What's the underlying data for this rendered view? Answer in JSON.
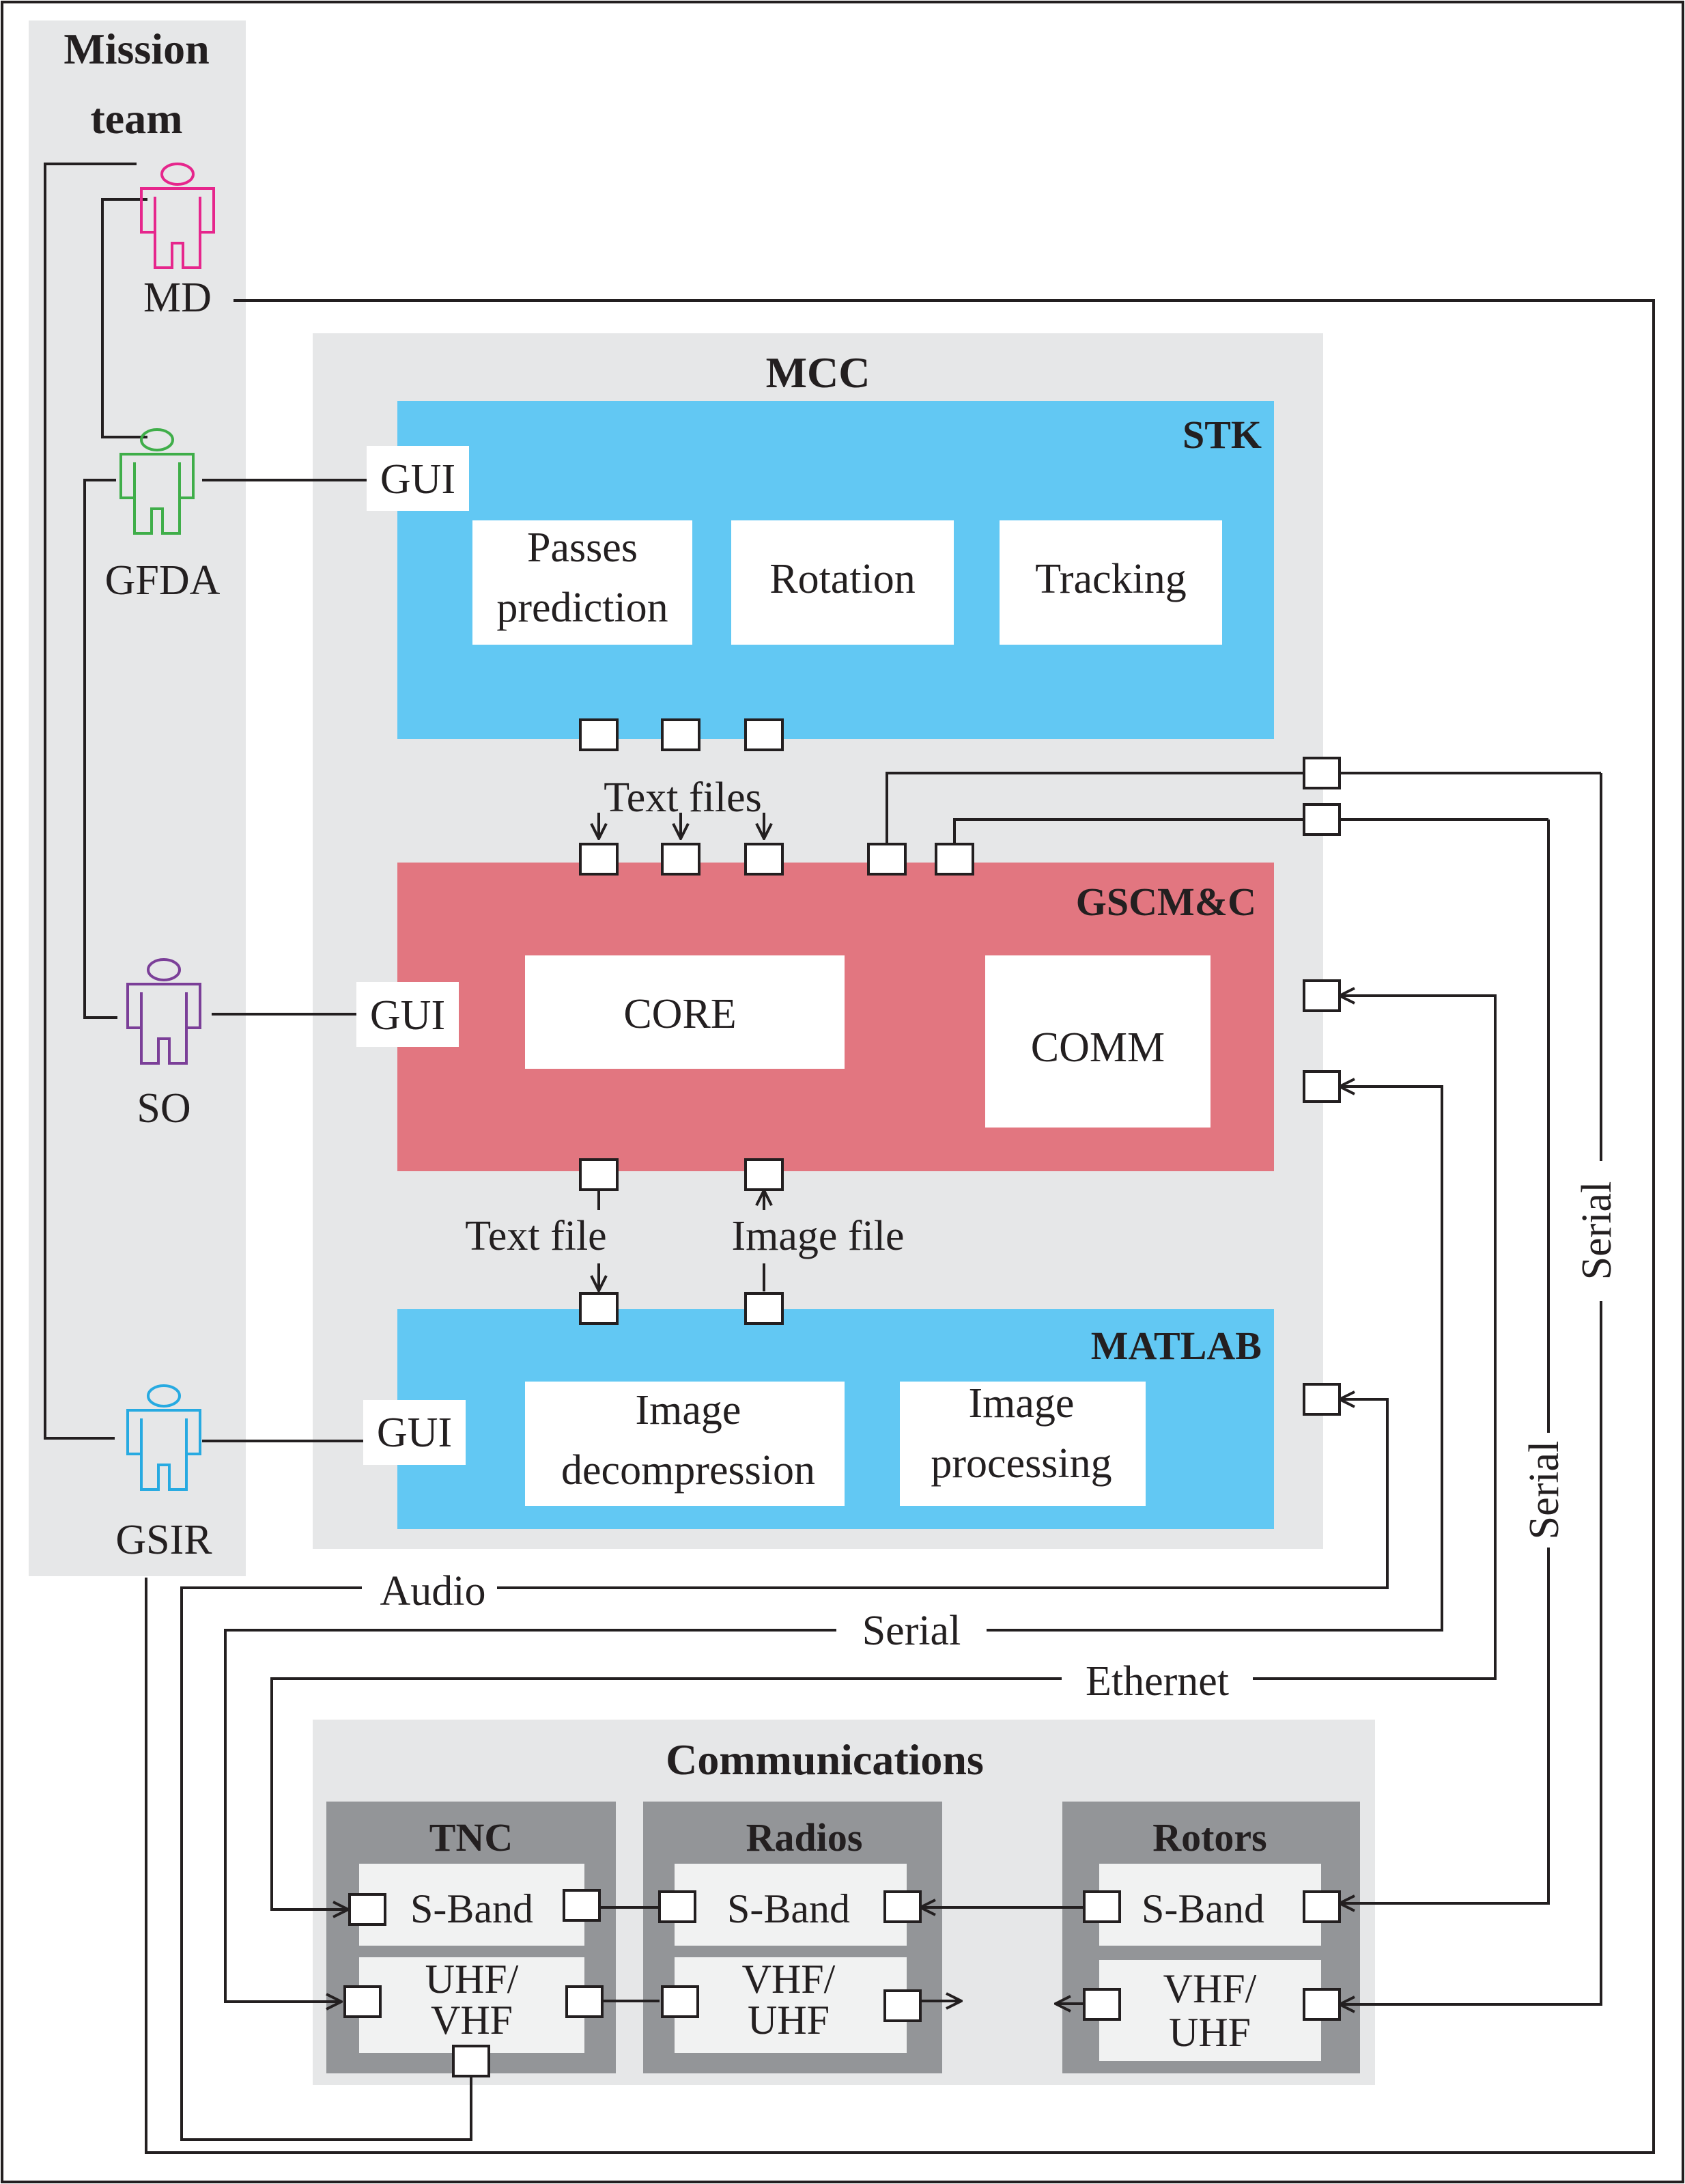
{
  "colors": {
    "panel_gray": "#e6e7e8",
    "blue_block": "#62c8f3",
    "red_block": "#e27680",
    "dark_box": "#939598",
    "light_box": "#f1f2f2",
    "line": "#231f20",
    "md": "#e6268c",
    "gfda": "#3fae49",
    "so": "#7b3f98",
    "gsir": "#27aae1"
  },
  "mission_team": {
    "title_line1": "Mission",
    "title_line2": "team",
    "md": {
      "label": "MD",
      "icon": "person-icon"
    },
    "gfda": {
      "label": "GFDA",
      "icon": "person-icon"
    },
    "so": {
      "label": "SO",
      "icon": "person-icon"
    },
    "gsir": {
      "label": "GSIR",
      "icon": "person-icon"
    }
  },
  "mcc": {
    "title": "MCC",
    "stk": {
      "title": "STK",
      "gui": "GUI",
      "passes_line1": "Passes",
      "passes_line2": "prediction",
      "rotation": "Rotation",
      "tracking": "Tracking"
    },
    "text_files": "Text files",
    "gscmc": {
      "title": "GSCM&C",
      "gui": "GUI",
      "core": "CORE",
      "comm": "COMM"
    },
    "text_file": "Text file",
    "image_file": "Image file",
    "matlab": {
      "title": "MATLAB",
      "gui": "GUI",
      "decomp_line1": "Image",
      "decomp_line2": "decompression",
      "proc_line1": "Image",
      "proc_line2": "processing"
    }
  },
  "links": {
    "audio": "Audio",
    "serial": "Serial",
    "ethernet": "Ethernet",
    "serial_vertical_inner": "Serial",
    "serial_vertical_outer": "Serial"
  },
  "communications": {
    "title": "Communications",
    "tnc": {
      "title": "TNC",
      "sband": "S-Band",
      "uhf_line1": "UHF/",
      "uhf_line2": "VHF"
    },
    "radios": {
      "title": "Radios",
      "sband": "S-Band",
      "vhf_line1": "VHF/",
      "vhf_line2": "UHF"
    },
    "rotors": {
      "title": "Rotors",
      "sband": "S-Band",
      "vhf_line1": "VHF/",
      "vhf_line2": "UHF"
    }
  }
}
